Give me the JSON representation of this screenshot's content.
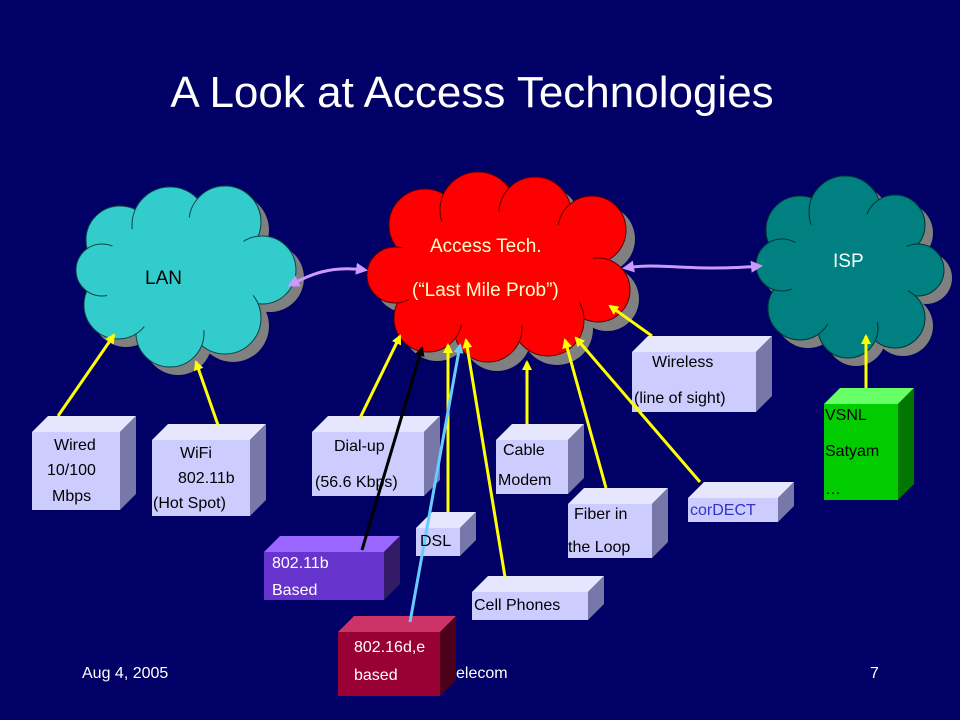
{
  "title": "A Look at Access Technologies",
  "clouds": {
    "lan": "LAN",
    "access_line1": "Access Tech.",
    "access_line2": "(“Last Mile Prob”)",
    "isp": "ISP"
  },
  "boxes": {
    "wired": [
      "Wired",
      "10/100",
      "Mbps"
    ],
    "wifi": [
      "WiFi",
      "802.11b",
      "(Hot Spot)"
    ],
    "dialup": [
      "Dial-up",
      "(56.6 Kbps)"
    ],
    "dsl": "DSL",
    "cable": [
      "Cable",
      "Modem"
    ],
    "wireless": [
      "Wireless",
      "(line of sight)"
    ],
    "fiber": [
      "Fiber in",
      "the Loop"
    ],
    "cordect": "corDECT",
    "vsnl": [
      "VSNL",
      "Satyam",
      "…"
    ],
    "wifi_based": [
      "802.11b",
      "Based"
    ],
    "cell": "Cell Phones",
    "wimax": [
      "802.16d,e",
      "based"
    ]
  },
  "footer": {
    "date": "Aug 4, 2005",
    "center": "elecom",
    "page": "7"
  },
  "colors": {
    "background": "#000066",
    "lan_cloud": "#33cccc",
    "access_cloud": "#ff0000",
    "isp_cloud": "#008080",
    "box_face": "#ccccff",
    "vsnl_box": "#00cc00",
    "wifi_based_box": "#6633cc",
    "wimax_box": "#990033",
    "arrow": "#ffff00",
    "link": "#cc99ff",
    "cordect_text": "#3333cc"
  }
}
